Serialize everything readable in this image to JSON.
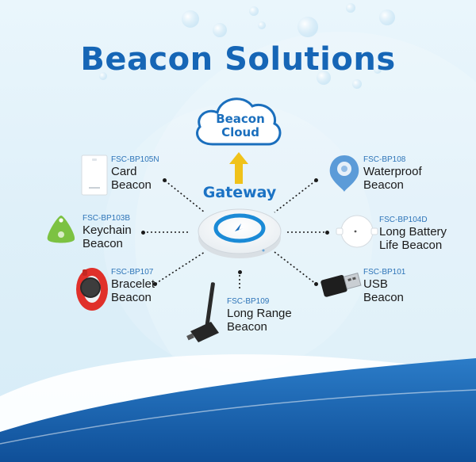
{
  "title": "Beacon Solutions",
  "cloud": {
    "line1": "Beacon",
    "line2": "Cloud"
  },
  "gateway": {
    "label": "Gateway"
  },
  "devices": {
    "card": {
      "code": "FSC-BP105N",
      "line1": "Card",
      "line2": "Beacon"
    },
    "keychain": {
      "code": "FSC-BP103B",
      "line1": "Keychain",
      "line2": "Beacon"
    },
    "bracelet": {
      "code": "FSC-BP107",
      "line1": "Bracelet",
      "line2": "Beacon"
    },
    "long_range": {
      "code": "FSC-BP109",
      "line1": "Long Range",
      "line2": "Beacon"
    },
    "waterproof": {
      "code": "FSC-BP108",
      "line1": "Waterproof",
      "line2": "Beacon"
    },
    "long_battery": {
      "code": "FSC-BP104D",
      "line1": "Long Battery",
      "line2": "Life Beacon"
    },
    "usb": {
      "code": "FSC-BP101",
      "line1": "USB",
      "line2": "Beacon"
    }
  },
  "colors": {
    "title": "#1666b6",
    "accent": "#1b72c4",
    "arrow": "#f0c21a",
    "keychain": "#7cc242",
    "bracelet": "#e0302a",
    "waterproof": "#5b9bd8",
    "footer": "#1557a3"
  }
}
